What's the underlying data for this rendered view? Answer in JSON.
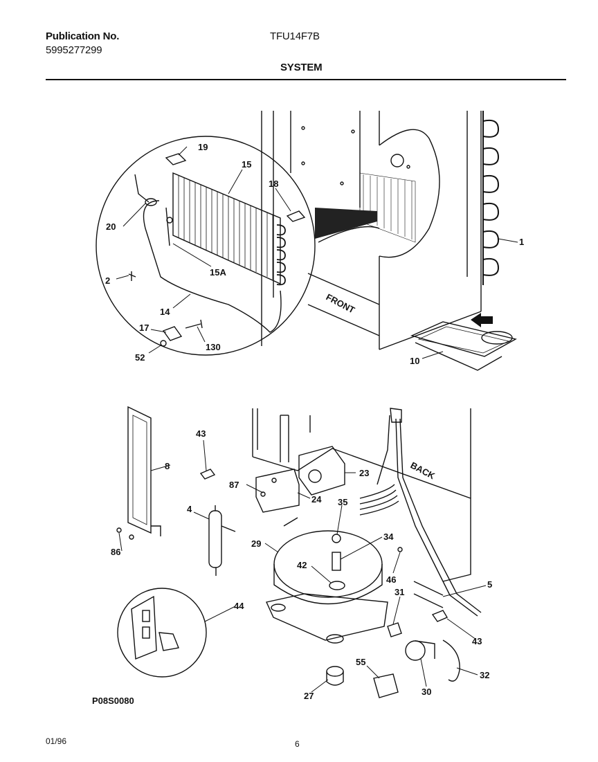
{
  "header": {
    "publication_label": "Publication No.",
    "publication_number": "5995277299",
    "model": "TFU14F7B",
    "section": "SYSTEM"
  },
  "footer": {
    "date": "01/96",
    "page": "6",
    "figure_code": "P08S0080"
  },
  "diagram": {
    "front_label": "FRONT",
    "back_label": "BACK",
    "part_labels": {
      "p1": "1",
      "p2": "2",
      "p4": "4",
      "p5": "5",
      "p8": "8",
      "p10": "10",
      "p14": "14",
      "p15": "15",
      "p15a": "15A",
      "p17": "17",
      "p18": "18",
      "p19": "19",
      "p20": "20",
      "p23": "23",
      "p24": "24",
      "p27": "27",
      "p29": "29",
      "p30": "30",
      "p31": "31",
      "p32": "32",
      "p34": "34",
      "p35": "35",
      "p42": "42",
      "p43a": "43",
      "p43b": "43",
      "p44": "44",
      "p46": "46",
      "p52": "52",
      "p55": "55",
      "p86": "86",
      "p87": "87",
      "p130": "130"
    }
  }
}
